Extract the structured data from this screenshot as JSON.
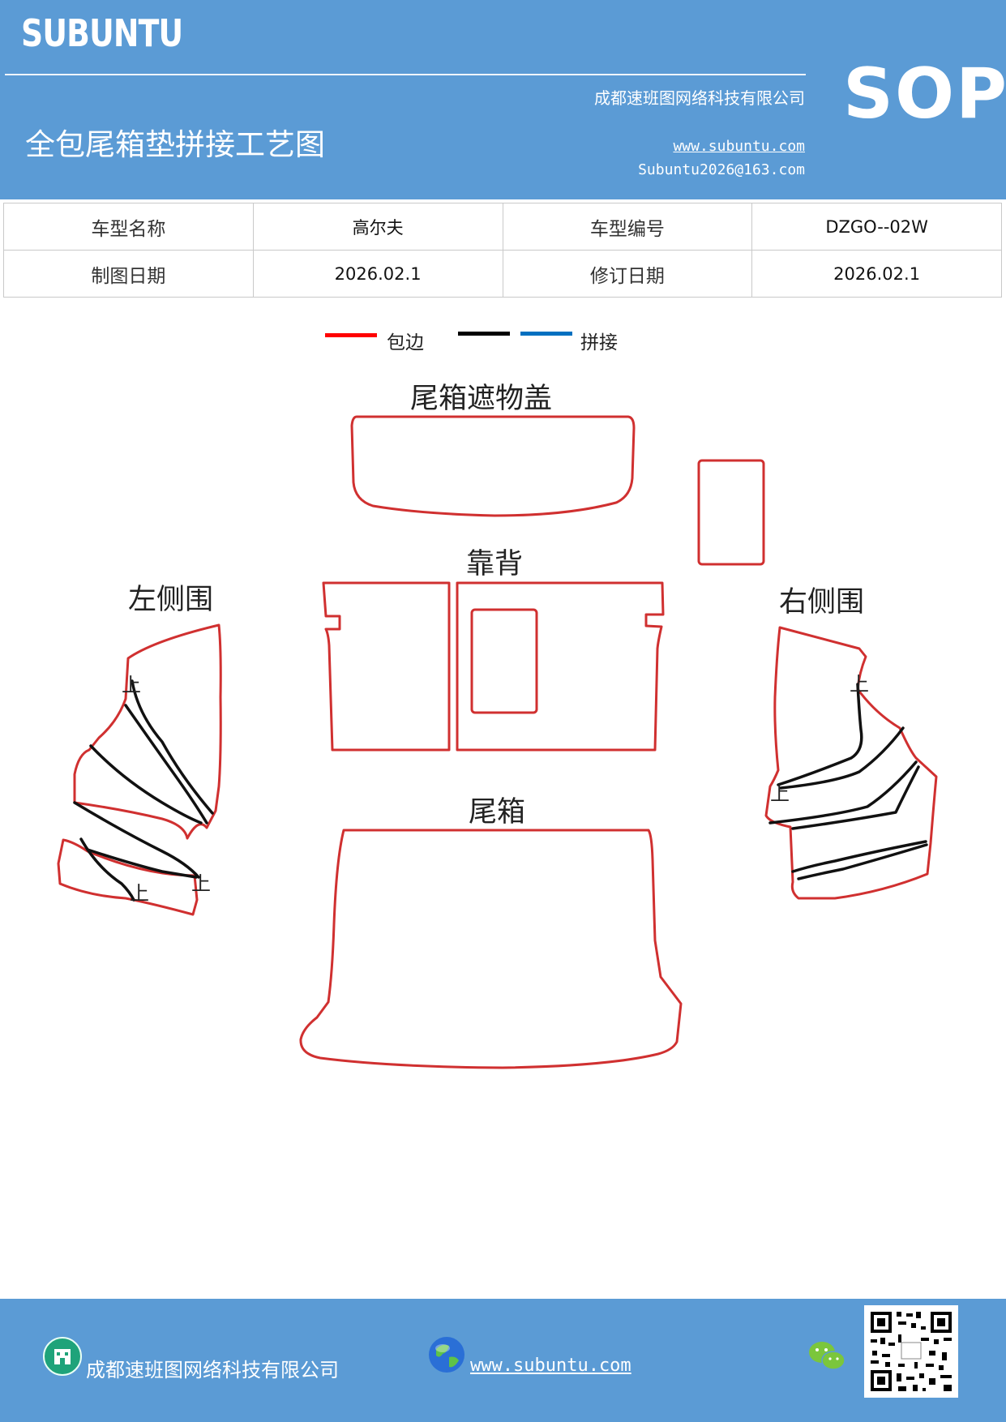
{
  "header": {
    "brand": "SUBUNTU",
    "badge": "SOP",
    "company": "成都速班图网络科技有限公司",
    "website": "www.subuntu.com",
    "email": "Subuntu2026@163.com",
    "title": "全包尾箱垫拼接工艺图"
  },
  "info": {
    "row1": {
      "label1": "车型名称",
      "value1": "高尔夫",
      "label2": "车型编号",
      "value2": "DZGO--02W"
    },
    "row2": {
      "label1": "制图日期",
      "value1": "2026.02.1",
      "label2": "修订日期",
      "value2": "2026.02.1"
    }
  },
  "legend": {
    "items": [
      {
        "label": "包边",
        "color": "#ff0000"
      },
      {
        "label": "",
        "color": "#000000"
      },
      {
        "label": "拼接",
        "color": "#0070c0"
      }
    ]
  },
  "diagram": {
    "edge_color": "#d03030",
    "seam_color": "#111111",
    "labels": {
      "cover": "尾箱遮物盖",
      "backrest": "靠背",
      "left_side": "左侧围",
      "right_side": "右侧围",
      "trunk": "尾箱"
    },
    "up_mark": "上"
  },
  "footer": {
    "company": "成都速班图网络科技有限公司",
    "website": "www.subuntu.com "
  },
  "colors": {
    "header_bg": "#5b9bd5",
    "icon_green": "#1fa37a"
  },
  "icons": [
    "building-icon",
    "globe-icon",
    "wechat-icon",
    "qr-code"
  ]
}
